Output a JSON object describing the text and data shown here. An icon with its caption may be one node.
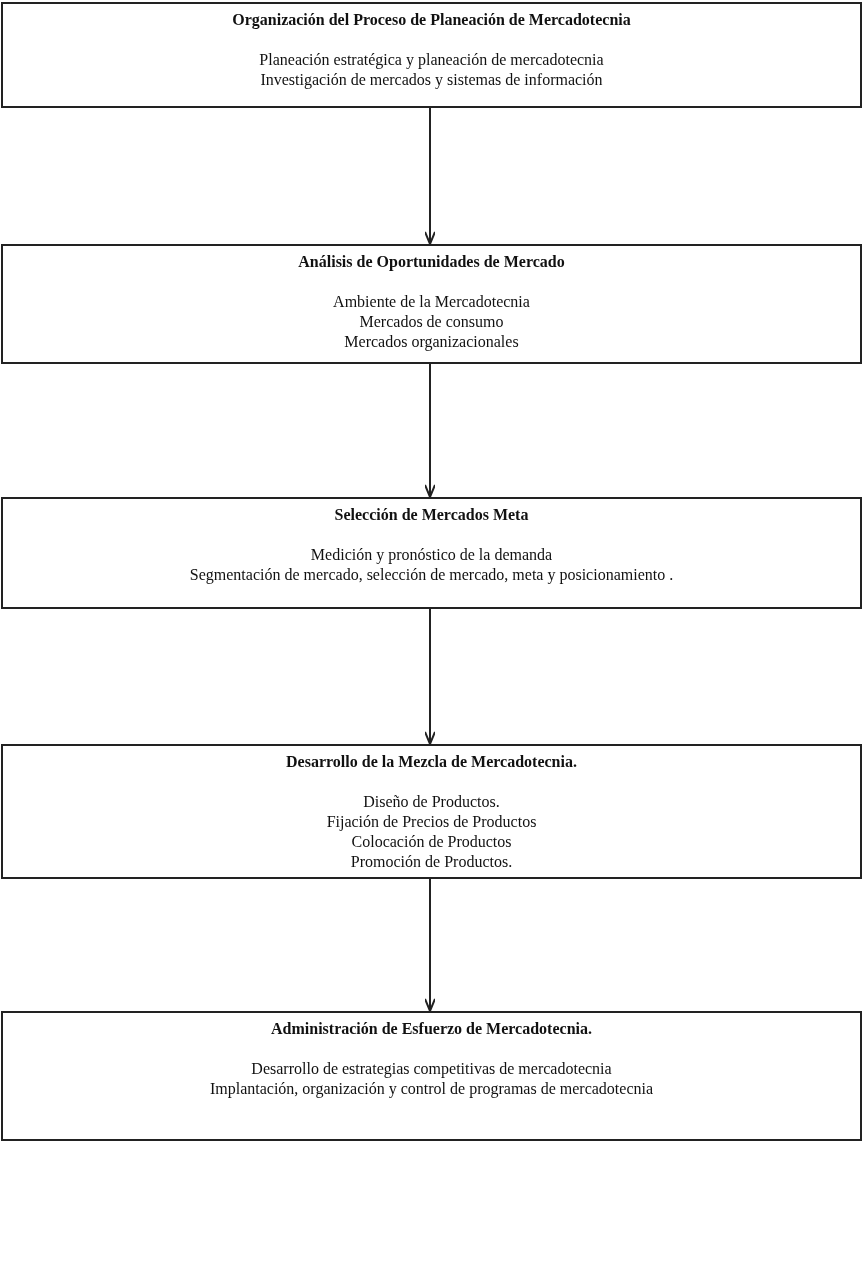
{
  "diagram": {
    "nodes": [
      {
        "text": [
          "Organización del Proceso de Planeación de Mercadotecnia",
          "Planeación estratégica y planeación de mercadotecnia",
          "Investigación de mercados y sistemas de información"
        ]
      },
      {
        "text": [
          "Análisis de Oportunidades de Mercado",
          "Ambiente de la Mercadotecnia",
          "Mercados de consumo",
          "Mercados organizacionales"
        ]
      },
      {
        "text": [
          "Selección de Mercados Meta",
          "Medición y pronóstico de la demanda",
          "Segmentación de mercado, selección de mercado, meta y posicionamiento ."
        ]
      },
      {
        "text": [
          "Desarrollo de la Mezcla de Mercadotecnia.",
          "Diseño de Productos.",
          "Fijación de Precios de Productos",
          "Colocación de Productos",
          "Promoción de Productos."
        ]
      },
      {
        "text": [
          "Administración de Esfuerzo de Mercadotecnia.",
          "Desarrollo de estrategias competitivas de mercadotecnia",
          "Implantación, organización y control de programas de mercadotecnia"
        ]
      }
    ],
    "edges": [
      {
        "from": 0,
        "to": 1,
        "arrow": "to"
      },
      {
        "from": 1,
        "to": 2,
        "arrow": "to"
      },
      {
        "from": 2,
        "to": 3,
        "arrow": "to"
      },
      {
        "from": 3,
        "to": 4,
        "arrow": "to"
      }
    ]
  }
}
